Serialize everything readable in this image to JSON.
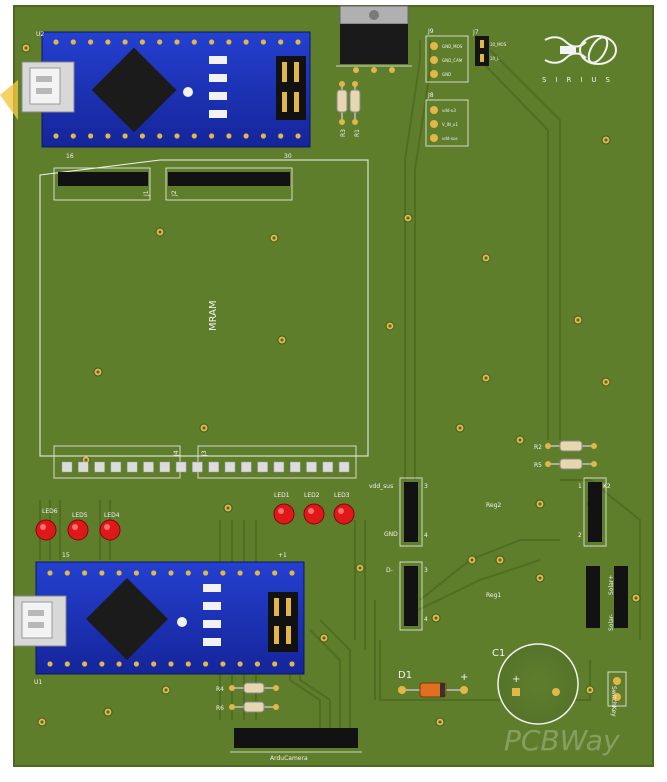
{
  "board": {
    "colors": {
      "pcb": "#5f7e2c",
      "pcb_edge": "#4b6722",
      "trace": "#557625",
      "silk": "#f2f2f2",
      "arduino_blue": "#1b2fb5",
      "header_black": "#121212",
      "pad_gold": "#e3b64a",
      "led_red": "#e01818",
      "diode_orange": "#e07020"
    },
    "logo": {
      "name": "SIRIUS",
      "icon": "atom-logo-icon"
    },
    "watermark": "PCBWay",
    "labels": {
      "u2": "U2",
      "u1": "U1",
      "u2_pin16": "16",
      "u2_pin30": "30",
      "u1_pin15": "15",
      "u1_pin1": "+1",
      "mram": "MRAM",
      "j1": "J1",
      "j2": "J2",
      "j3": "J3",
      "j4": "J4",
      "j7": "J7",
      "j8": "J8",
      "j9": "J9",
      "r1": "R1",
      "r2": "R2",
      "r3": "R3",
      "r4": "R4",
      "r5": "R5",
      "r6": "R6",
      "led1": "LED1",
      "led2": "LED2",
      "led3": "LED3",
      "led4": "LED4",
      "led5": "LED5",
      "led6": "LED6",
      "vdd_sus": "vdd_sus",
      "gnd": "GND",
      "d_minus": "D-",
      "reg1": "Reg1",
      "reg2": "Reg2",
      "k2": "K2",
      "solar_plus": "Solar+",
      "solar_minus": "Solar-",
      "d1": "D1",
      "c1": "C1",
      "switch_key": "SwitchKey",
      "arducamera": "ArduCamera",
      "j9_pins": [
        "GND_MOS",
        "GND_CAM",
        "GND"
      ],
      "j7_pins": [
        "10_MOS",
        "10_L"
      ],
      "j8_pins": [
        "vdd-u3",
        "V_IN_u1",
        "vdd-sus"
      ],
      "pin_3a": "3",
      "pin_4a": "4",
      "pin_3b": "3",
      "pin_4b": "4",
      "pin_1": "1",
      "pin_2": "2",
      "plus": "+"
    }
  }
}
